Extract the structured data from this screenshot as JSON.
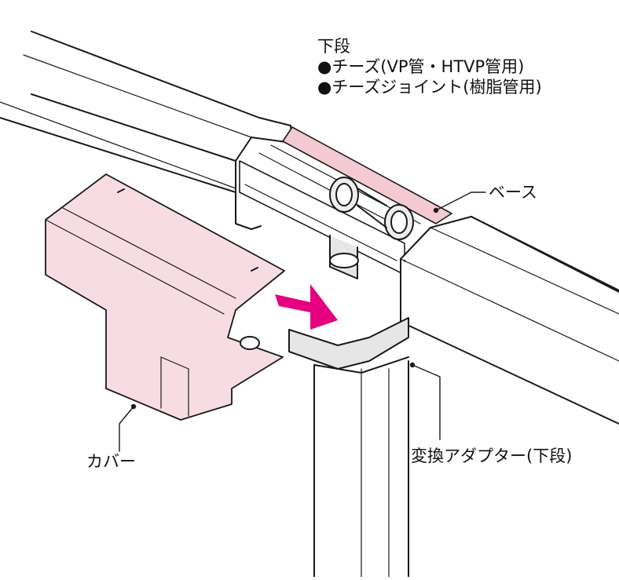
{
  "header": {
    "title": "下段",
    "line1": "●チーズ(VP管・HTVP管用)",
    "line2": "●チーズジョイント(樹脂管用)"
  },
  "callouts": {
    "base": "ベース",
    "cover": "カバー",
    "adapter": "変換アダプター(下段)"
  },
  "colors": {
    "line": "#1a1a1a",
    "cover_fill": "#f7dde3",
    "base_fill": "#f3c9d2",
    "arrow": "#e4007f",
    "shade": "#d9d9d9"
  }
}
